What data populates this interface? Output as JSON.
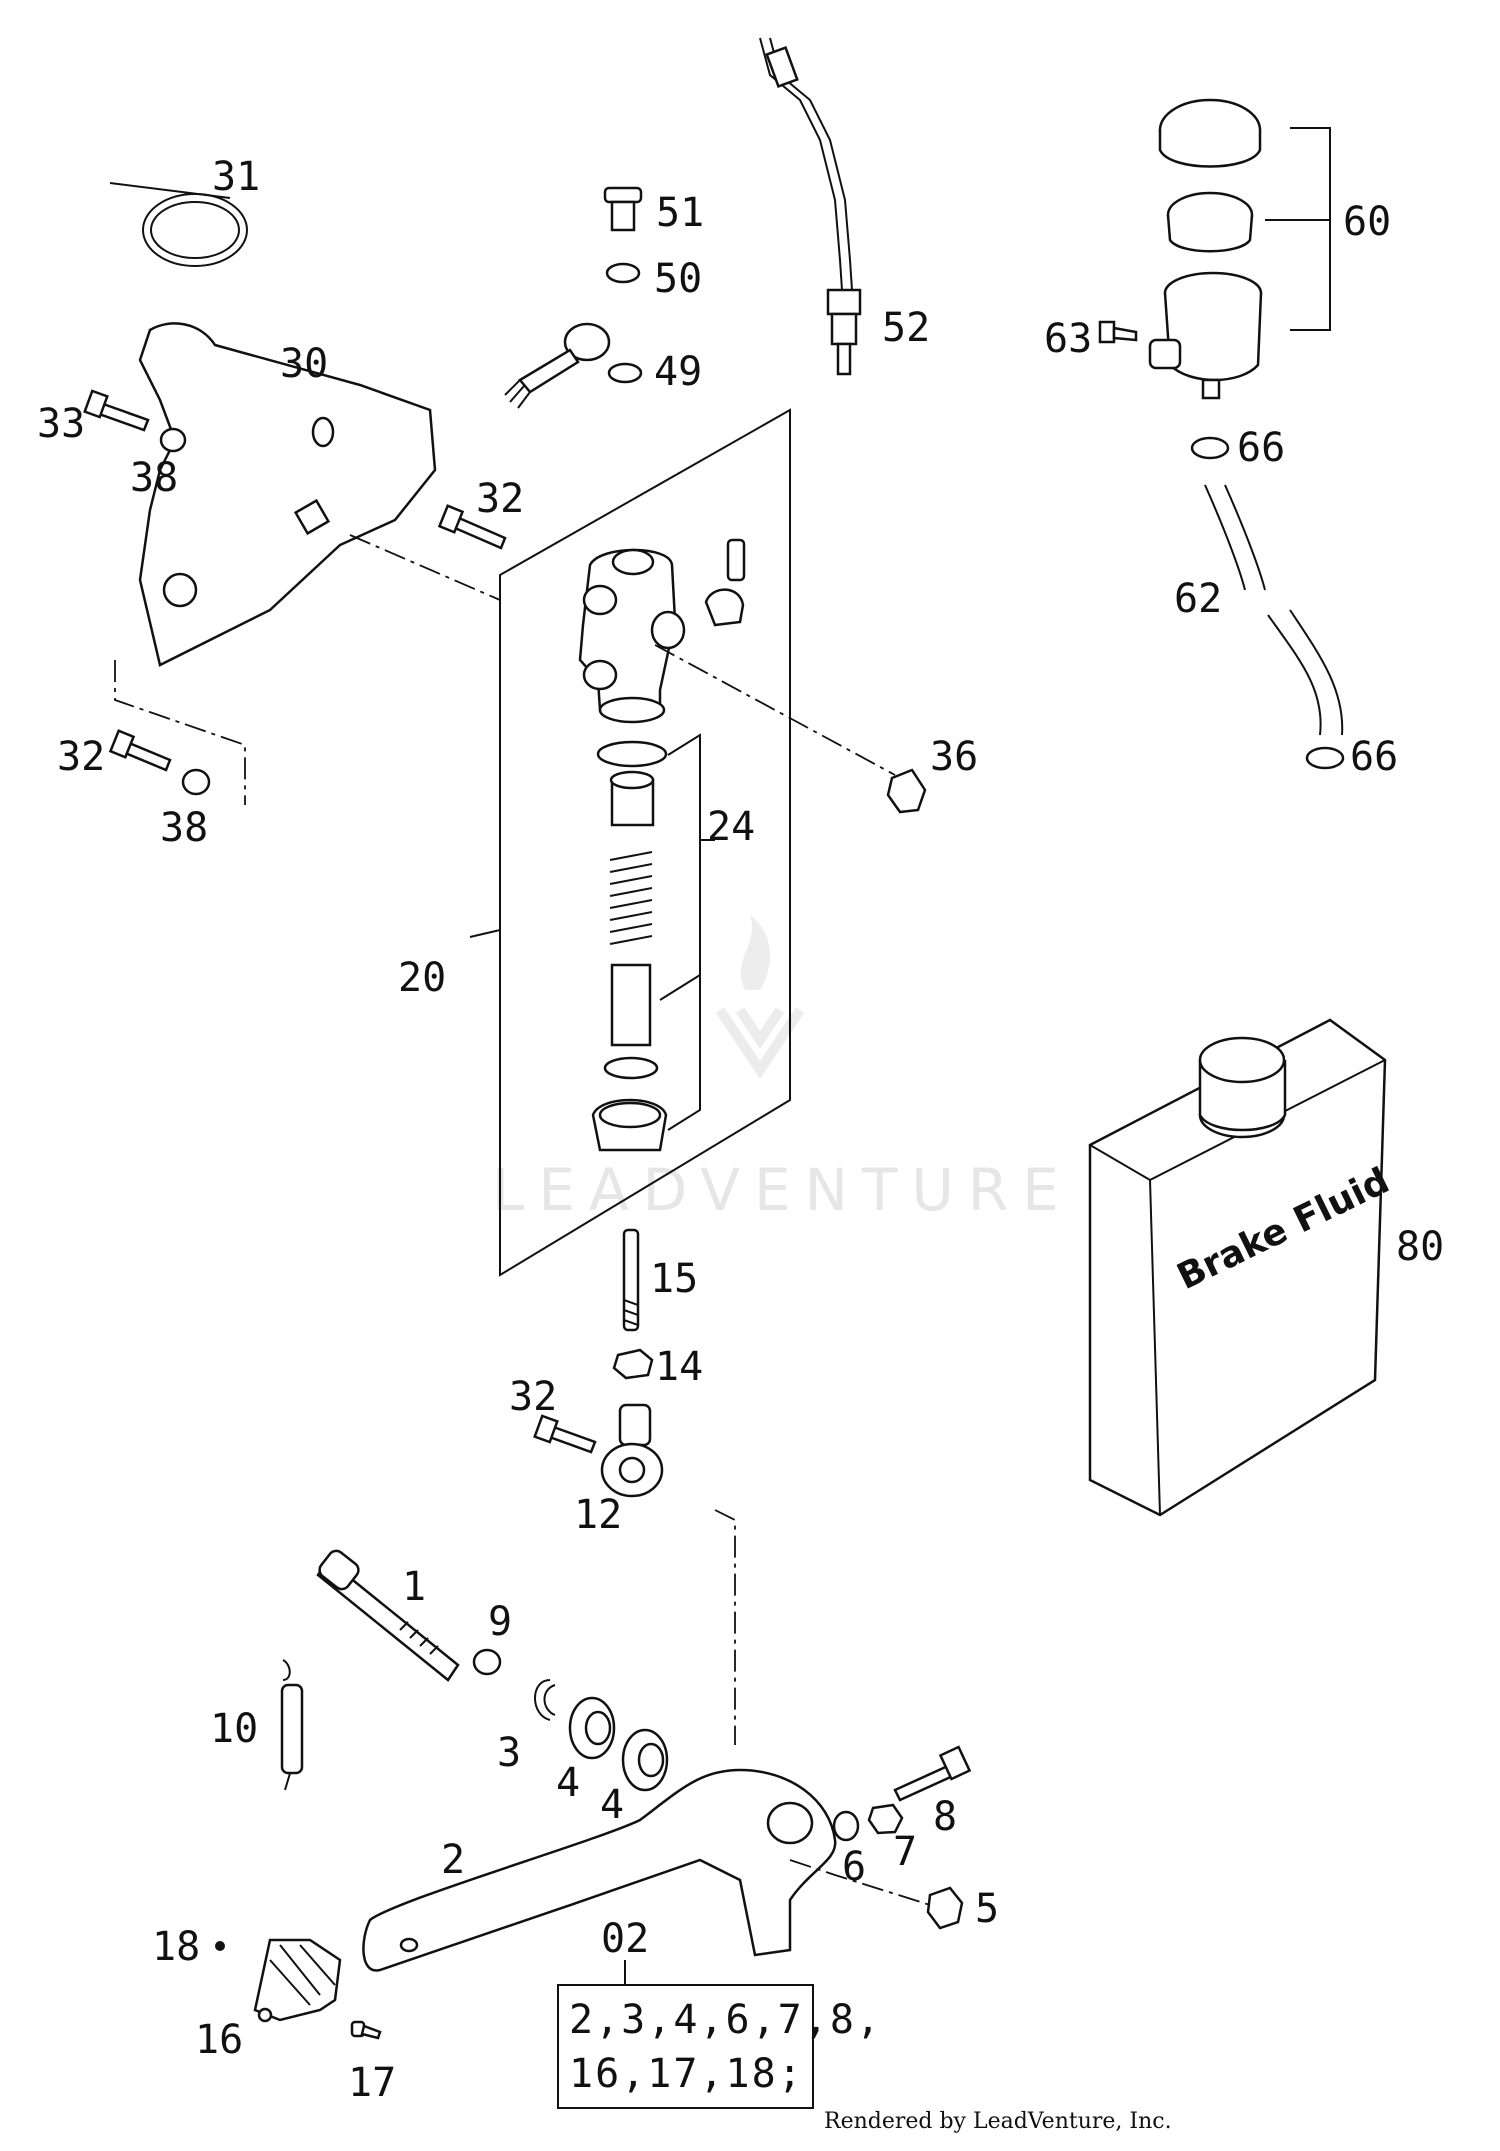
{
  "labels": {
    "p31": "31",
    "p30": "30",
    "p33": "33",
    "p38a": "38",
    "p32a": "32",
    "p32b": "32",
    "p38b": "38",
    "p51": "51",
    "p50": "50",
    "p49": "49",
    "p52": "52",
    "p60": "60",
    "p63": "63",
    "p66a": "66",
    "p62": "62",
    "p66b": "66",
    "p36": "36",
    "p24": "24",
    "p20": "20",
    "p80": "80",
    "p15": "15",
    "p14": "14",
    "p32c": "32",
    "p12": "12",
    "p1": "1",
    "p9": "9",
    "p10": "10",
    "p3": "3",
    "p4a": "4",
    "p4b": "4",
    "p8": "8",
    "p7": "7",
    "p6": "6",
    "p5": "5",
    "p2": "2",
    "p18": "18",
    "p16": "16",
    "p17": "17",
    "p02": "02"
  },
  "kit_box": {
    "line1": "2,3,4,6,7,8,",
    "line2": "16,17,18;"
  },
  "container_label": "Brake Fluid",
  "watermark": "LEADVENTURE",
  "credit": "Rendered by LeadVenture, Inc."
}
